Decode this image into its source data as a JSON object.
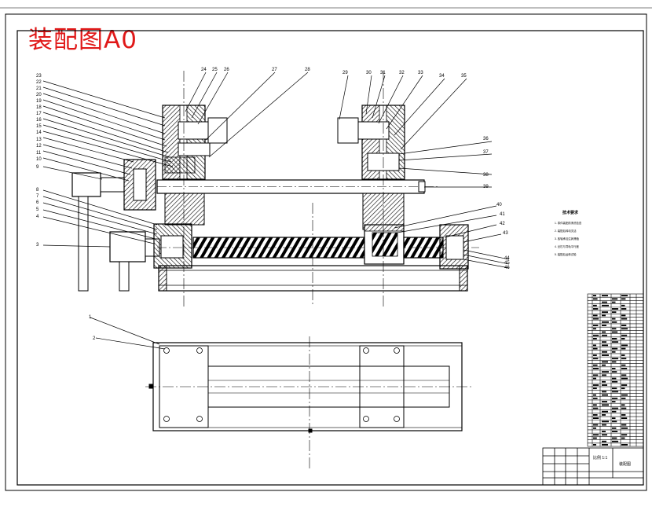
{
  "title": "装配图A0",
  "part_numbers_left": [
    "23",
    "22",
    "21",
    "20",
    "19",
    "18",
    "17",
    "16",
    "15",
    "14",
    "13",
    "12",
    "11",
    "10",
    "9",
    "8",
    "7",
    "6",
    "5",
    "4",
    "3"
  ],
  "part_numbers_top": [
    "24",
    "25",
    "26",
    "27",
    "28",
    "29",
    "30",
    "31",
    "32",
    "33",
    "34",
    "35"
  ],
  "part_numbers_right": [
    "36",
    "37",
    "38",
    "39",
    "40",
    "41",
    "42",
    "43",
    "44",
    "45",
    "46"
  ],
  "part_numbers_lower": [
    "1",
    "2"
  ],
  "tech_requirements": {
    "heading": "技术要求",
    "lines": [
      "1. 零件装配前清洗检查",
      "2. 装配后转动灵活",
      "3. 各轴承加注润滑脂",
      "4. 丝杠与导轨平行度",
      "5. 装配后运转试验"
    ]
  },
  "title_block": {
    "label_main": "装配图",
    "label_sub": "比例 1:1"
  },
  "colors": {
    "ink": "#000000",
    "title": "#e01818",
    "hatch": "#000000"
  }
}
